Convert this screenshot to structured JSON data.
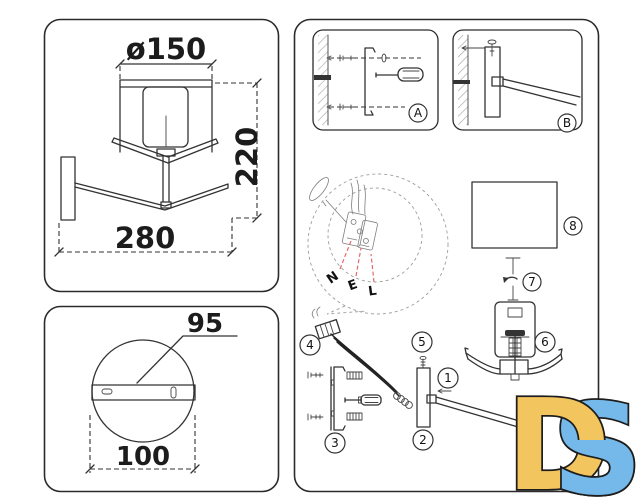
{
  "colors": {
    "leader_red": "#e06a6a",
    "logo_yellow": "#f3c55e",
    "logo_blue": "#74b9ea"
  },
  "side_view_panel": {
    "shade_diameter_label": "ø150",
    "height_label": "220",
    "width_label": "280"
  },
  "backplate_panel": {
    "bracket_length_label": "95",
    "plate_diameter_label": "100"
  },
  "assembly_panel": {
    "inset_a_label": "A",
    "inset_b_label": "B",
    "wiring_labels": {
      "neutral": "N",
      "earth": "E",
      "live": "L"
    },
    "part_labels": {
      "p1": "1",
      "p2": "2",
      "p3": "3",
      "p4": "4",
      "p5": "5",
      "p6": "6",
      "p7": "7",
      "p8": "8"
    }
  },
  "logo": {
    "letter_d": "D",
    "letter_s": "S"
  }
}
